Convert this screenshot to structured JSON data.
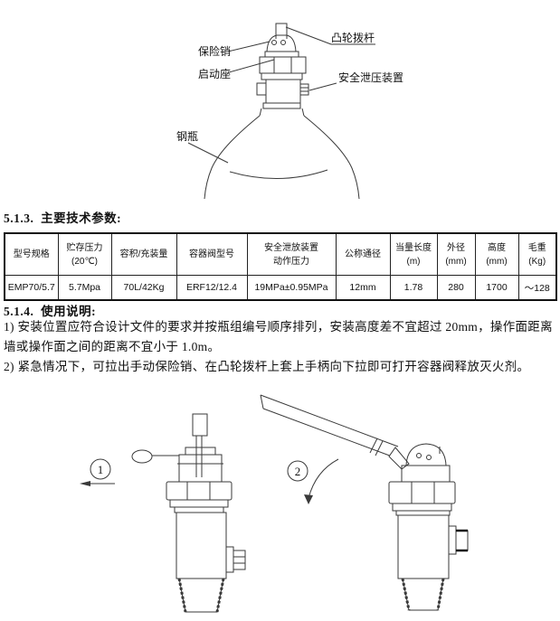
{
  "top_diagram": {
    "labels": {
      "cam_lever": "凸轮拨杆",
      "safety_pin": "保险销",
      "starter_seat": "启动座",
      "relief_device": "安全泄压装置",
      "cylinder": "钢瓶"
    }
  },
  "section_313": {
    "heading": "5.1.3.  主要技术参数:"
  },
  "table": {
    "headers": [
      "型号规格",
      "贮存压力\n(20℃)",
      "容积/充装量",
      "容器阀型号",
      "安全泄放装置\n动作压力",
      "公称通径",
      "当量长度\n(m)",
      "外径\n(mm)",
      "高度\n(mm)",
      "毛重\n(Kg)"
    ],
    "row": [
      "EMP70/5.7",
      "5.7Mpa",
      "70L/42Kg",
      "ERF12/12.4",
      "19MPa±0.95MPa",
      "12mm",
      "1.78",
      "280",
      "1700",
      "～128"
    ]
  },
  "section_314": {
    "heading": "5.1.4.  使用说明:"
  },
  "instructions": [
    "1) 安装位置应符合设计文件的要求并按瓶组编号顺序排列，安装高度差不宜超过 20mm，操作面距离墙或操作面之间的距离不宜小于 1.0m。",
    "2) 紧急情况下，可拉出手动保险销、在凸轮拨杆上套上手柄向下拉即可打开容器阀释放灭火剂。"
  ],
  "bottom_diagram": {
    "step1": "1",
    "step2": "2"
  }
}
